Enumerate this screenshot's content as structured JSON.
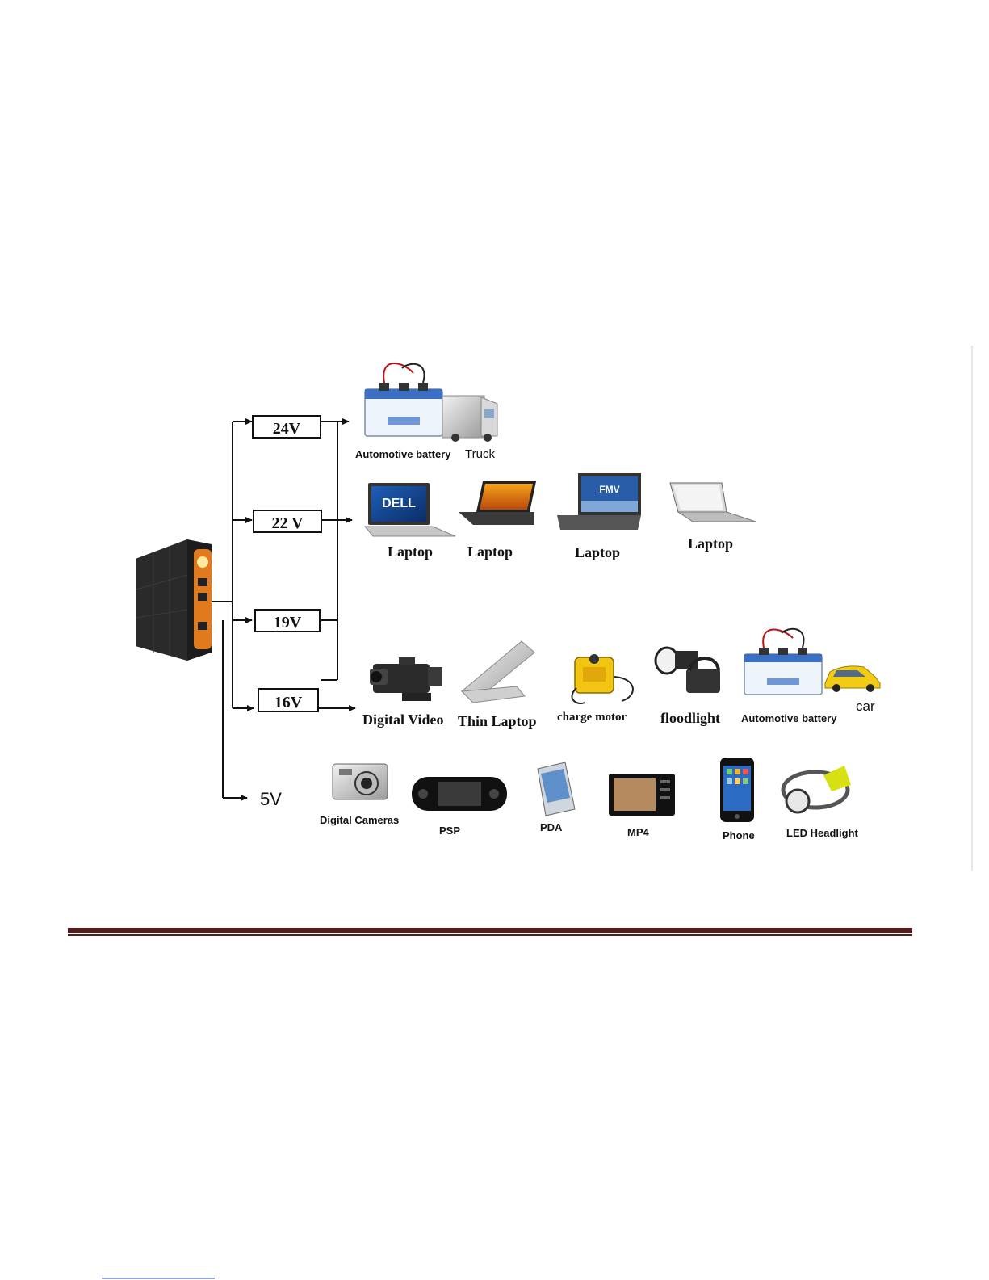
{
  "voltages": {
    "v24": "24V",
    "v22": "22 V",
    "v19": "19V",
    "v16": "16V",
    "v5": "5V"
  },
  "row_24v": {
    "automotive_battery": "Automotive battery",
    "truck": "Truck"
  },
  "row_22v": {
    "laptop_1": "Laptop",
    "laptop_2": "Laptop",
    "laptop_3": "Laptop",
    "laptop_4": "Laptop",
    "laptop_1_screen": "DELL"
  },
  "row_16v": {
    "digital_video": "Digital Video",
    "thin_laptop": "Thin Laptop",
    "charge_motor": "charge motor",
    "floodlight": "floodlight",
    "automotive_battery": "Automotive battery",
    "car": "car"
  },
  "row_5v": {
    "digital_cameras": "Digital Cameras",
    "psp": "PSP",
    "pda": "PDA",
    "mp4": "MP4",
    "phone": "Phone",
    "led_headlight": "LED Headlight"
  },
  "colors": {
    "accent_orange": "#e07a1c",
    "rule_dark": "#5a1a1a",
    "battery_blue": "#3a6fc4"
  }
}
